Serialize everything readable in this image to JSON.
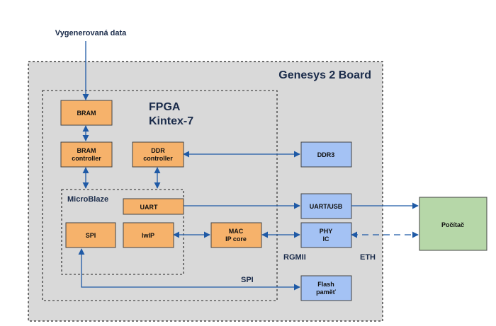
{
  "title_input": "Vygenerovaná data",
  "board": {
    "title": "Genesys 2 Board"
  },
  "fpga": {
    "line1": "FPGA",
    "line2": "Kintex-7"
  },
  "microblaze": {
    "label": "MicroBlaze"
  },
  "blocks": {
    "bram": "BRAM",
    "bram_controller_1": "BRAM",
    "bram_controller_2": "controller",
    "ddr_controller_1": "DDR",
    "ddr_controller_2": "controller",
    "uart": "UART",
    "spi": "SPI",
    "lwip": "lwIP",
    "mac_1": "MAC",
    "mac_2": "IP core",
    "ddr3": "DDR3",
    "uart_usb": "UART/USB",
    "phy_1": "PHY",
    "phy_2": "IC",
    "flash_1": "Flash",
    "flash_2": "paměť",
    "pocitac": "Počítač"
  },
  "links": {
    "rgmii": "RGMII",
    "eth": "ETH",
    "spi": "SPI"
  },
  "colors": {
    "orange_block": "#f6b26b",
    "blue_block": "#a4c2f4",
    "green_block": "#b6d7a8",
    "board_bg": "#d9d9d9",
    "arrow": "#1f5aa6"
  }
}
